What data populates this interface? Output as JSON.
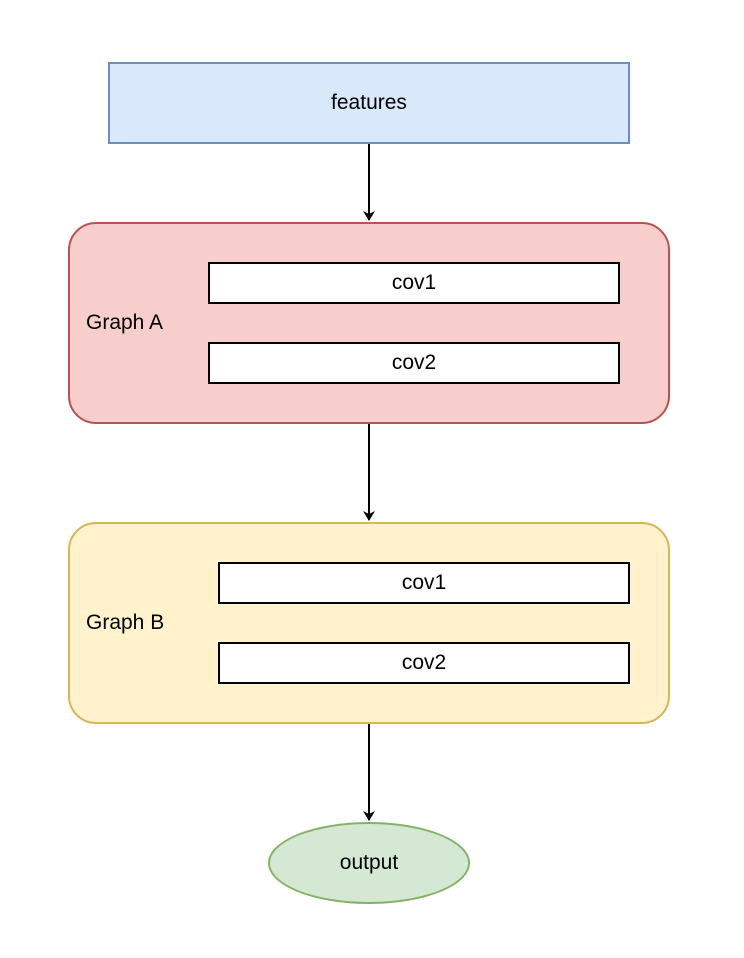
{
  "features": {
    "label": "features"
  },
  "graph_a": {
    "label": "Graph A",
    "layers": [
      "cov1",
      "cov2"
    ]
  },
  "graph_b": {
    "label": "Graph B",
    "layers": [
      "cov1",
      "cov2"
    ]
  },
  "output": {
    "label": "output"
  },
  "edges": [
    {
      "from": "features",
      "to": "graph-a"
    },
    {
      "from": "graph-a",
      "to": "graph-b"
    },
    {
      "from": "graph-b",
      "to": "output"
    }
  ],
  "colors": {
    "features_fill": "#dae8fc",
    "features_stroke": "#6c8ebf",
    "graph_a_fill": "#f8cecc",
    "graph_a_stroke": "#b85450",
    "graph_b_fill": "#fff2cc",
    "graph_b_stroke": "#d6b656",
    "output_fill": "#d5e8d4",
    "output_stroke": "#82b366"
  }
}
